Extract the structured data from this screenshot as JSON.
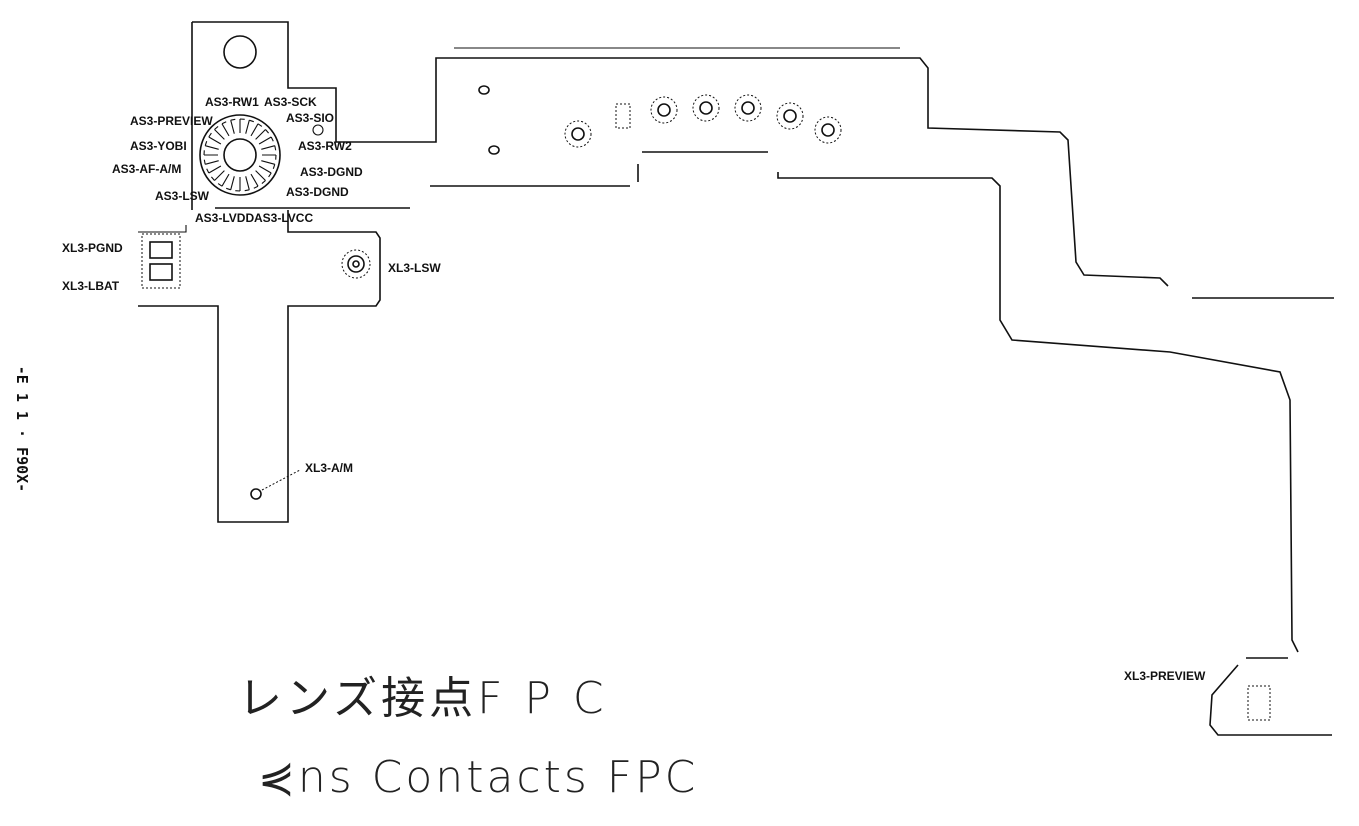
{
  "title_jp": "レンズ接点F P C",
  "title_en": "⋞ns Contacts FPC",
  "page_ref": "-E 1 1 · F90X-",
  "labels": {
    "as3_rw1": "AS3-RW1",
    "as3_sck": "AS3-SCK",
    "as3_preview": "AS3-PREVIEW",
    "as3_sio": "AS3-SIO",
    "as3_yobi": "AS3-YOBI",
    "as3_rw2": "AS3-RW2",
    "as3_af_am": "AS3-AF-A/M",
    "as3_dgnd_1": "AS3-DGND",
    "as3_lsw": "AS3-LSW",
    "as3_dgnd_2": "AS3-DGND",
    "as3_lvdd": "AS3-LVDD",
    "as3_lvcc": "AS3-LVCC",
    "xl3_pgnd": "XL3-PGND",
    "xl3_lbat": "XL3-LBAT",
    "xl3_lsw": "XL3-LSW",
    "xl3_am": "XL3-A/M",
    "xl3_preview": "XL3-PREVIEW"
  }
}
